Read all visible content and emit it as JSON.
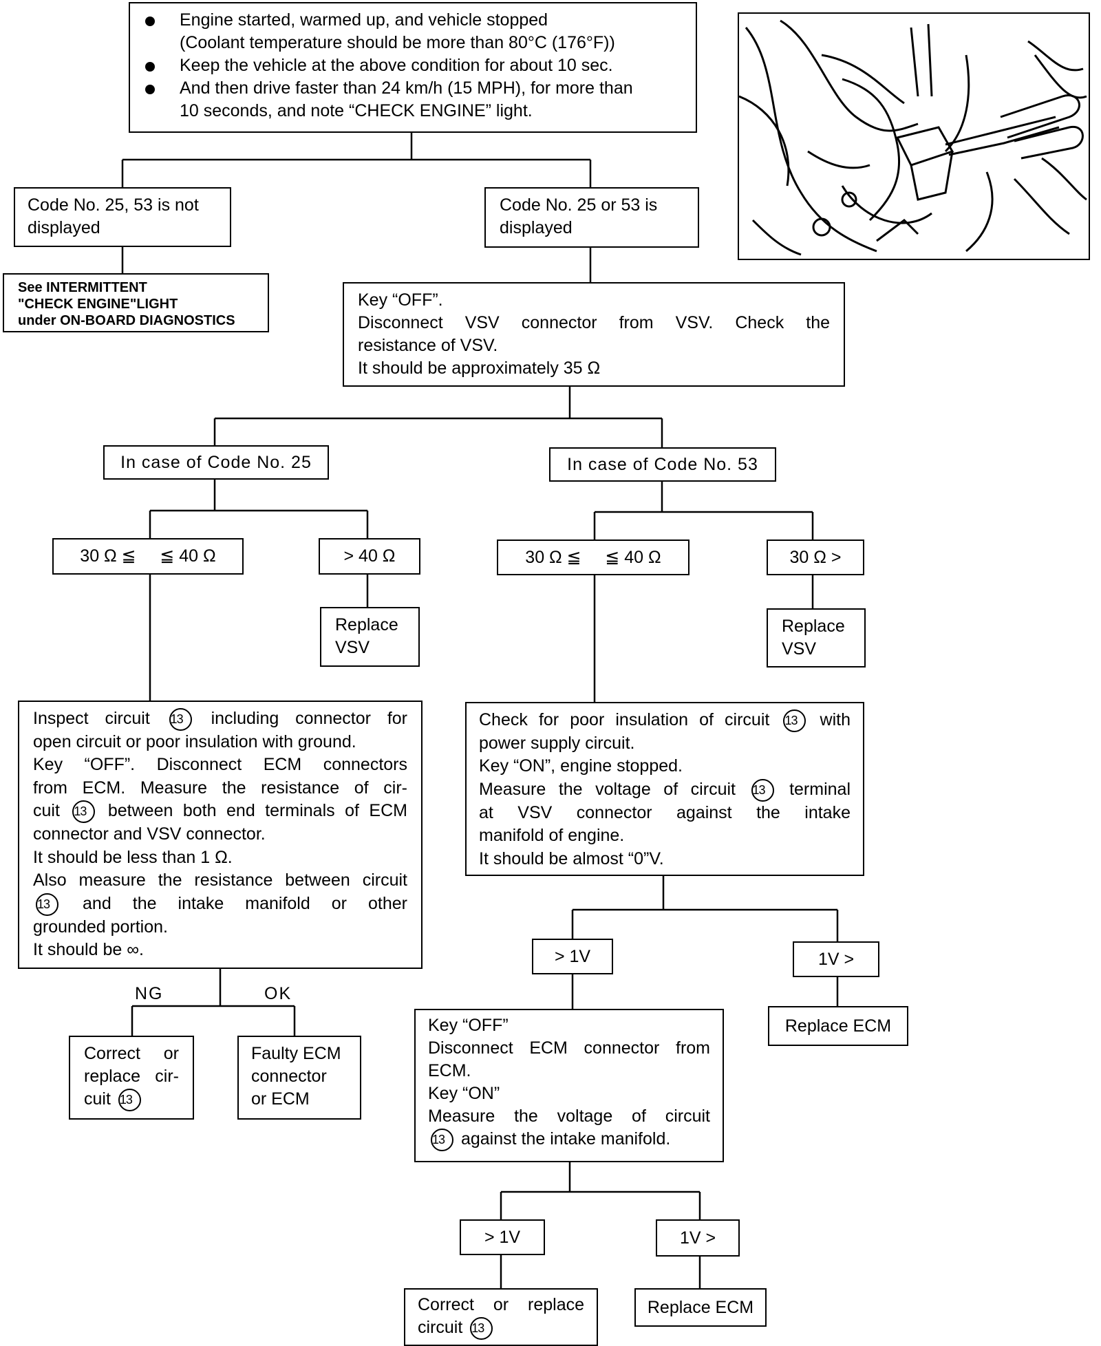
{
  "start": {
    "bullets": [
      [
        "Engine started, warmed up, and vehicle stopped",
        "(Coolant temperature should be more than 80°C (176°F))"
      ],
      [
        "Keep the vehicle at the above condition for about 10 sec."
      ],
      [
        "And then drive faster than 24 km/h (15 MPH), for more than",
        "10 seconds, and note “CHECK ENGINE” light."
      ]
    ]
  },
  "not_displayed": [
    "Code No. 25, 53 is not",
    "displayed"
  ],
  "see_intermittent": [
    "See INTERMITTENT",
    "\"CHECK ENGINE\"LIGHT",
    "under ON-BOARD DIAGNOSTICS"
  ],
  "displayed": [
    "Code No. 25 or 53 is",
    "displayed"
  ],
  "key_off_check": [
    "Key “OFF”.",
    "Disconnect VSV connector from VSV. Check the",
    "resistance of VSV.",
    "It should be approximately 35 Ω"
  ],
  "case25": "In case of Code No. 25",
  "case53": "In case of Code No. 53",
  "range_a": "30 Ω ≦     ≦ 40 Ω",
  "over40": "> 40 Ω",
  "replace_vsv_1": [
    "Replace",
    "VSV"
  ],
  "range_b": "30 Ω ≦     ≦ 40 Ω",
  "under30": "30 Ω >",
  "replace_vsv_2": [
    "Replace",
    "VSV"
  ],
  "inspect": {
    "lines": [
      [
        "Inspect circuit ",
        "13",
        " including connector for"
      ],
      [
        "open circuit or poor insulation with ground."
      ],
      [
        "Key “OFF”. Disconnect ECM connectors"
      ],
      [
        "from ECM. Measure the resistance of cir-"
      ],
      [
        "cuit ",
        "13",
        " between both end terminals of ECM"
      ],
      [
        "connector and VSV connector."
      ],
      [
        "It should be less than 1 Ω."
      ],
      [
        "Also measure the resistance between circuit"
      ],
      [
        "",
        "13",
        " and the intake manifold or other"
      ],
      [
        "grounded portion."
      ],
      [
        "It should be ∞."
      ]
    ]
  },
  "ng": "NG",
  "ok": "OK",
  "correct1": [
    [
      "Correct or"
    ],
    [
      "replace cir-"
    ],
    [
      "cuit ",
      "13",
      ""
    ]
  ],
  "faulty": [
    "Faulty ECM",
    "connector",
    "or ECM"
  ],
  "check_insulation": {
    "lines": [
      [
        "Check for poor insulation of circuit ",
        "13",
        " with"
      ],
      [
        "power supply circuit."
      ],
      [
        "Key “ON”, engine stopped."
      ],
      [
        "Measure the voltage of circuit ",
        "13",
        " terminal"
      ],
      [
        "at VSV connector against the intake"
      ],
      [
        "manifold of engine."
      ],
      [
        "It should be almost “0”V."
      ]
    ]
  },
  "gt1v_a": "> 1V",
  "lt1v_a": "1V >",
  "replace_ecm_1": "Replace ECM",
  "key_off_ecm": {
    "lines": [
      [
        "Key “OFF”"
      ],
      [
        "Disconnect ECM connector from"
      ],
      [
        "ECM."
      ],
      [
        "Key “ON”"
      ],
      [
        "Measure the voltage of circuit"
      ],
      [
        "",
        "13",
        " against the intake manifold."
      ]
    ]
  },
  "gt1v_b": "> 1V",
  "lt1v_b": "1V >",
  "correct2": [
    [
      "Correct or replace"
    ],
    [
      "circuit ",
      "13",
      ""
    ]
  ],
  "replace_ecm_2": "Replace ECM",
  "photo_alt": "vsv-connector-photo"
}
